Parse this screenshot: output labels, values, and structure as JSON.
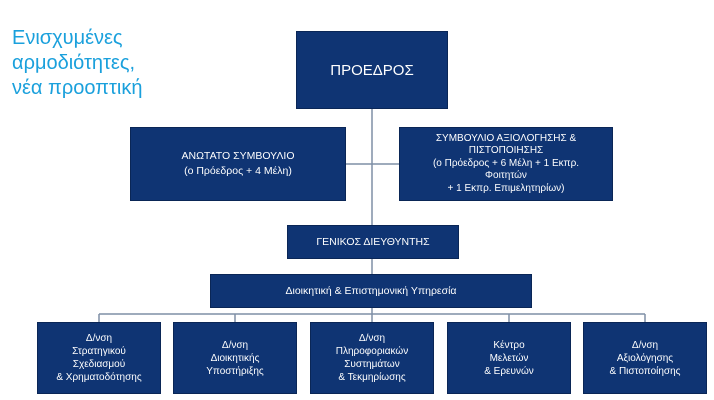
{
  "title": {
    "lines": [
      "Ενισχυμένες",
      "αρμοδιότητες,",
      "νέα προοπτική"
    ]
  },
  "colors": {
    "box_fill": "#0f3473",
    "title": "#1aa0dc",
    "connector": "#7f8fa6"
  },
  "president": {
    "label": "ΠΡΟΕΔΡΟΣ"
  },
  "supreme_council": {
    "lines": [
      "ΑΝΩΤΑΤΟ ΣΥΜΒΟΥΛΙΟ",
      "(ο Πρόεδρος + 4 Μέλη)"
    ]
  },
  "evaluation_council": {
    "lines": [
      "ΣΥΜΒΟΥΛΙΟ ΑΞΙΟΛΟΓΗΣΗΣ &",
      "ΠΙΣΤΟΠΟΙΗΣΗΣ",
      "(ο Πρόεδρος + 6 Μέλη + 1 Εκπρ.",
      "Φοιτητών",
      "+ 1 Εκπρ. Επιμελητηρίων)"
    ]
  },
  "general_manager": {
    "label": "ΓΕΝΙΚΟΣ ΔΙΕΥΘΥΝΤΗΣ"
  },
  "admin_service": {
    "label": "Διοικητική & Επιστημονική Υπηρεσία"
  },
  "departments": [
    {
      "lines": [
        "Δ/νση",
        "Στρατηγικού",
        "Σχεδιασμού",
        "& Χρηματοδότησης"
      ]
    },
    {
      "lines": [
        "Δ/νση",
        "Διοικητικής",
        "Υποστήριξης"
      ]
    },
    {
      "lines": [
        "Δ/νση",
        "Πληροφοριακών",
        "Συστημάτων",
        "& Τεκμηρίωσης"
      ]
    },
    {
      "lines": [
        "Κέντρο",
        "Μελετών",
        "& Ερευνών"
      ]
    },
    {
      "lines": [
        "Δ/νση",
        "Αξιολόγησης",
        "& Πιστοποίησης"
      ]
    }
  ]
}
